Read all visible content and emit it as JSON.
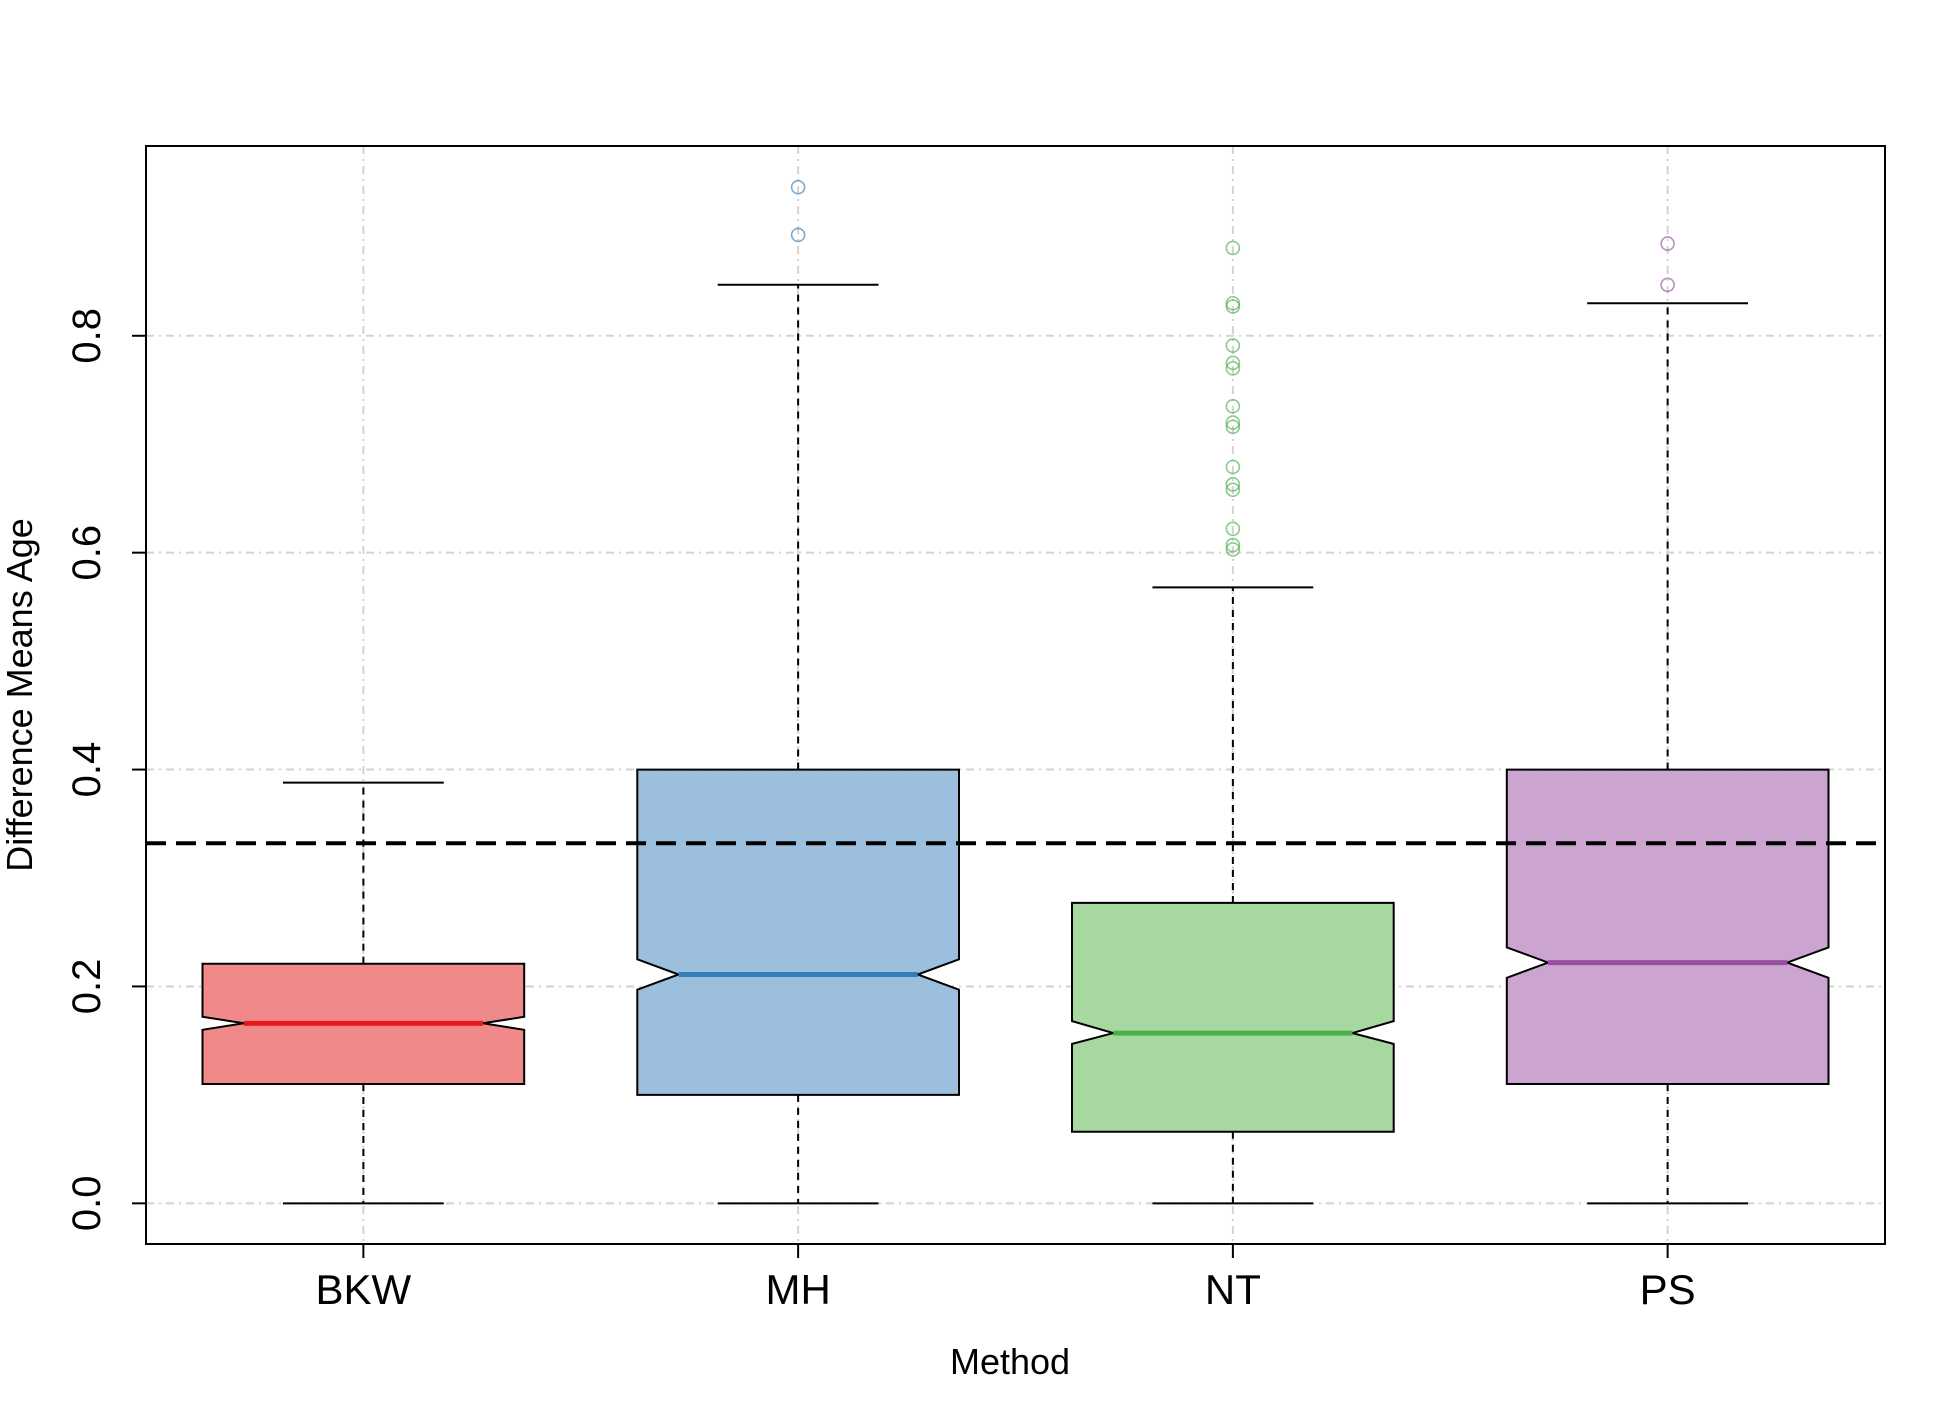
{
  "chart_data": {
    "type": "box",
    "notched": true,
    "xlabel": "Method",
    "ylabel": "Difference Means Age",
    "ylim": [
      -0.0375,
      0.975
    ],
    "yticks": [
      0.0,
      0.2,
      0.4,
      0.6,
      0.8
    ],
    "ytick_labels": [
      "0.0",
      "0.2",
      "0.4",
      "0.6",
      "0.8"
    ],
    "grid": true,
    "reference_line": {
      "y": 0.332,
      "style": "dashed",
      "color": "#000000"
    },
    "categories": [
      "BKW",
      "MH",
      "NT",
      "PS"
    ],
    "boxes": [
      {
        "name": "BKW",
        "whisker_low": 0.0,
        "q1": 0.11,
        "median": 0.166,
        "q3": 0.221,
        "whisker_high": 0.388,
        "notch_low": 0.16,
        "notch_high": 0.172,
        "outliers": [],
        "fill": "#f08a8a",
        "median_color": "#e41a1c"
      },
      {
        "name": "MH",
        "whisker_low": 0.0,
        "q1": 0.1,
        "median": 0.211,
        "q3": 0.4,
        "whisker_high": 0.847,
        "notch_low": 0.197,
        "notch_high": 0.225,
        "outliers": [
          0.893,
          0.937
        ],
        "fill": "#9cbfdd",
        "median_color": "#377eb8"
      },
      {
        "name": "NT",
        "whisker_low": 0.0,
        "q1": 0.066,
        "median": 0.157,
        "q3": 0.277,
        "whisker_high": 0.568,
        "notch_low": 0.147,
        "notch_high": 0.168,
        "outliers": [
          0.603,
          0.607,
          0.622,
          0.658,
          0.663,
          0.679,
          0.716,
          0.72,
          0.735,
          0.77,
          0.775,
          0.791,
          0.827,
          0.83,
          0.881
        ],
        "fill": "#a6d8a0",
        "median_color": "#4daf4a"
      },
      {
        "name": "PS",
        "whisker_low": 0.0,
        "q1": 0.11,
        "median": 0.222,
        "q3": 0.4,
        "whisker_high": 0.83,
        "notch_low": 0.208,
        "notch_high": 0.236,
        "outliers": [
          0.847,
          0.885
        ],
        "fill": "#cca4d0",
        "median_color": "#984ea3"
      }
    ]
  }
}
